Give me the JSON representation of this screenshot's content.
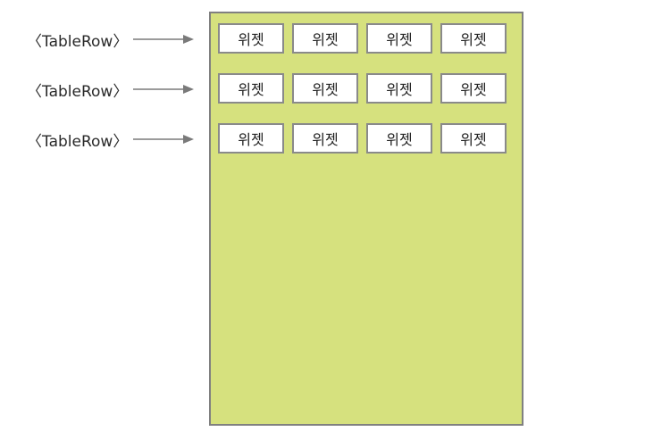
{
  "labels": {
    "row_label": "〈TableRow〉"
  },
  "rows": [
    {
      "cells": [
        "위젯",
        "위젯",
        "위젯",
        "위젯"
      ]
    },
    {
      "cells": [
        "위젯",
        "위젯",
        "위젯",
        "위젯"
      ]
    },
    {
      "cells": [
        "위젯",
        "위젯",
        "위젯",
        "위젯"
      ]
    }
  ],
  "colors": {
    "layout_background": "#d6e17e",
    "border": "#808080",
    "arrow": "#7a7a7a"
  }
}
